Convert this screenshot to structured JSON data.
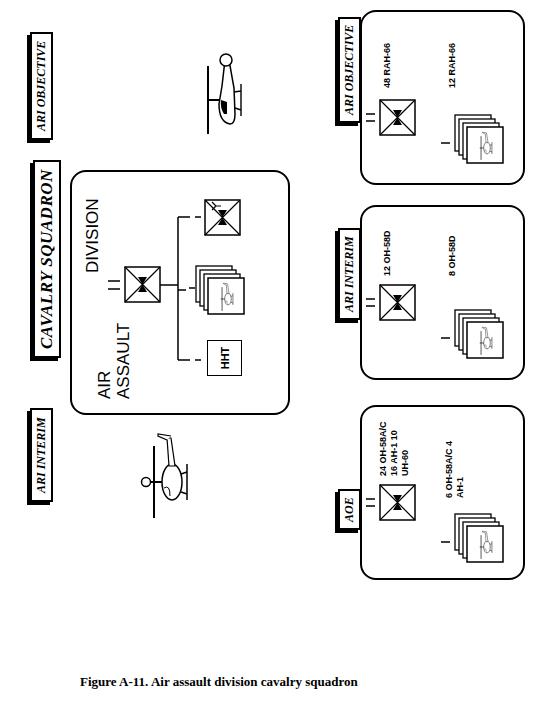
{
  "diagram": {
    "caption": "Figure A-11. Air assault division cavalry squadron",
    "nodes": [
      {
        "text": [
          "CAVALRY SQUADRON"
        ]
      },
      {
        "text": [
          "AIR ASSAULT",
          "DIVISION"
        ]
      },
      {
        "text": [
          "HHT"
        ],
        "in": 1
      },
      {
        "text": [
          "ARI INTERIM"
        ]
      },
      {
        "text": [
          "ARI OBJECTIVE"
        ]
      },
      {
        "text": [
          "AOE",
          "24 OH-58A/C 16 AH-1 10 UH-60",
          "6 OH-58A/C 4 AH-1"
        ]
      },
      {
        "text": [
          "ARI INTERIM",
          "12 OH-58D",
          "8 OH-58D"
        ]
      },
      {
        "text": [
          "ARI OBJECTIVE",
          "48 RAH-66",
          "12 RAH-66"
        ]
      }
    ]
  }
}
